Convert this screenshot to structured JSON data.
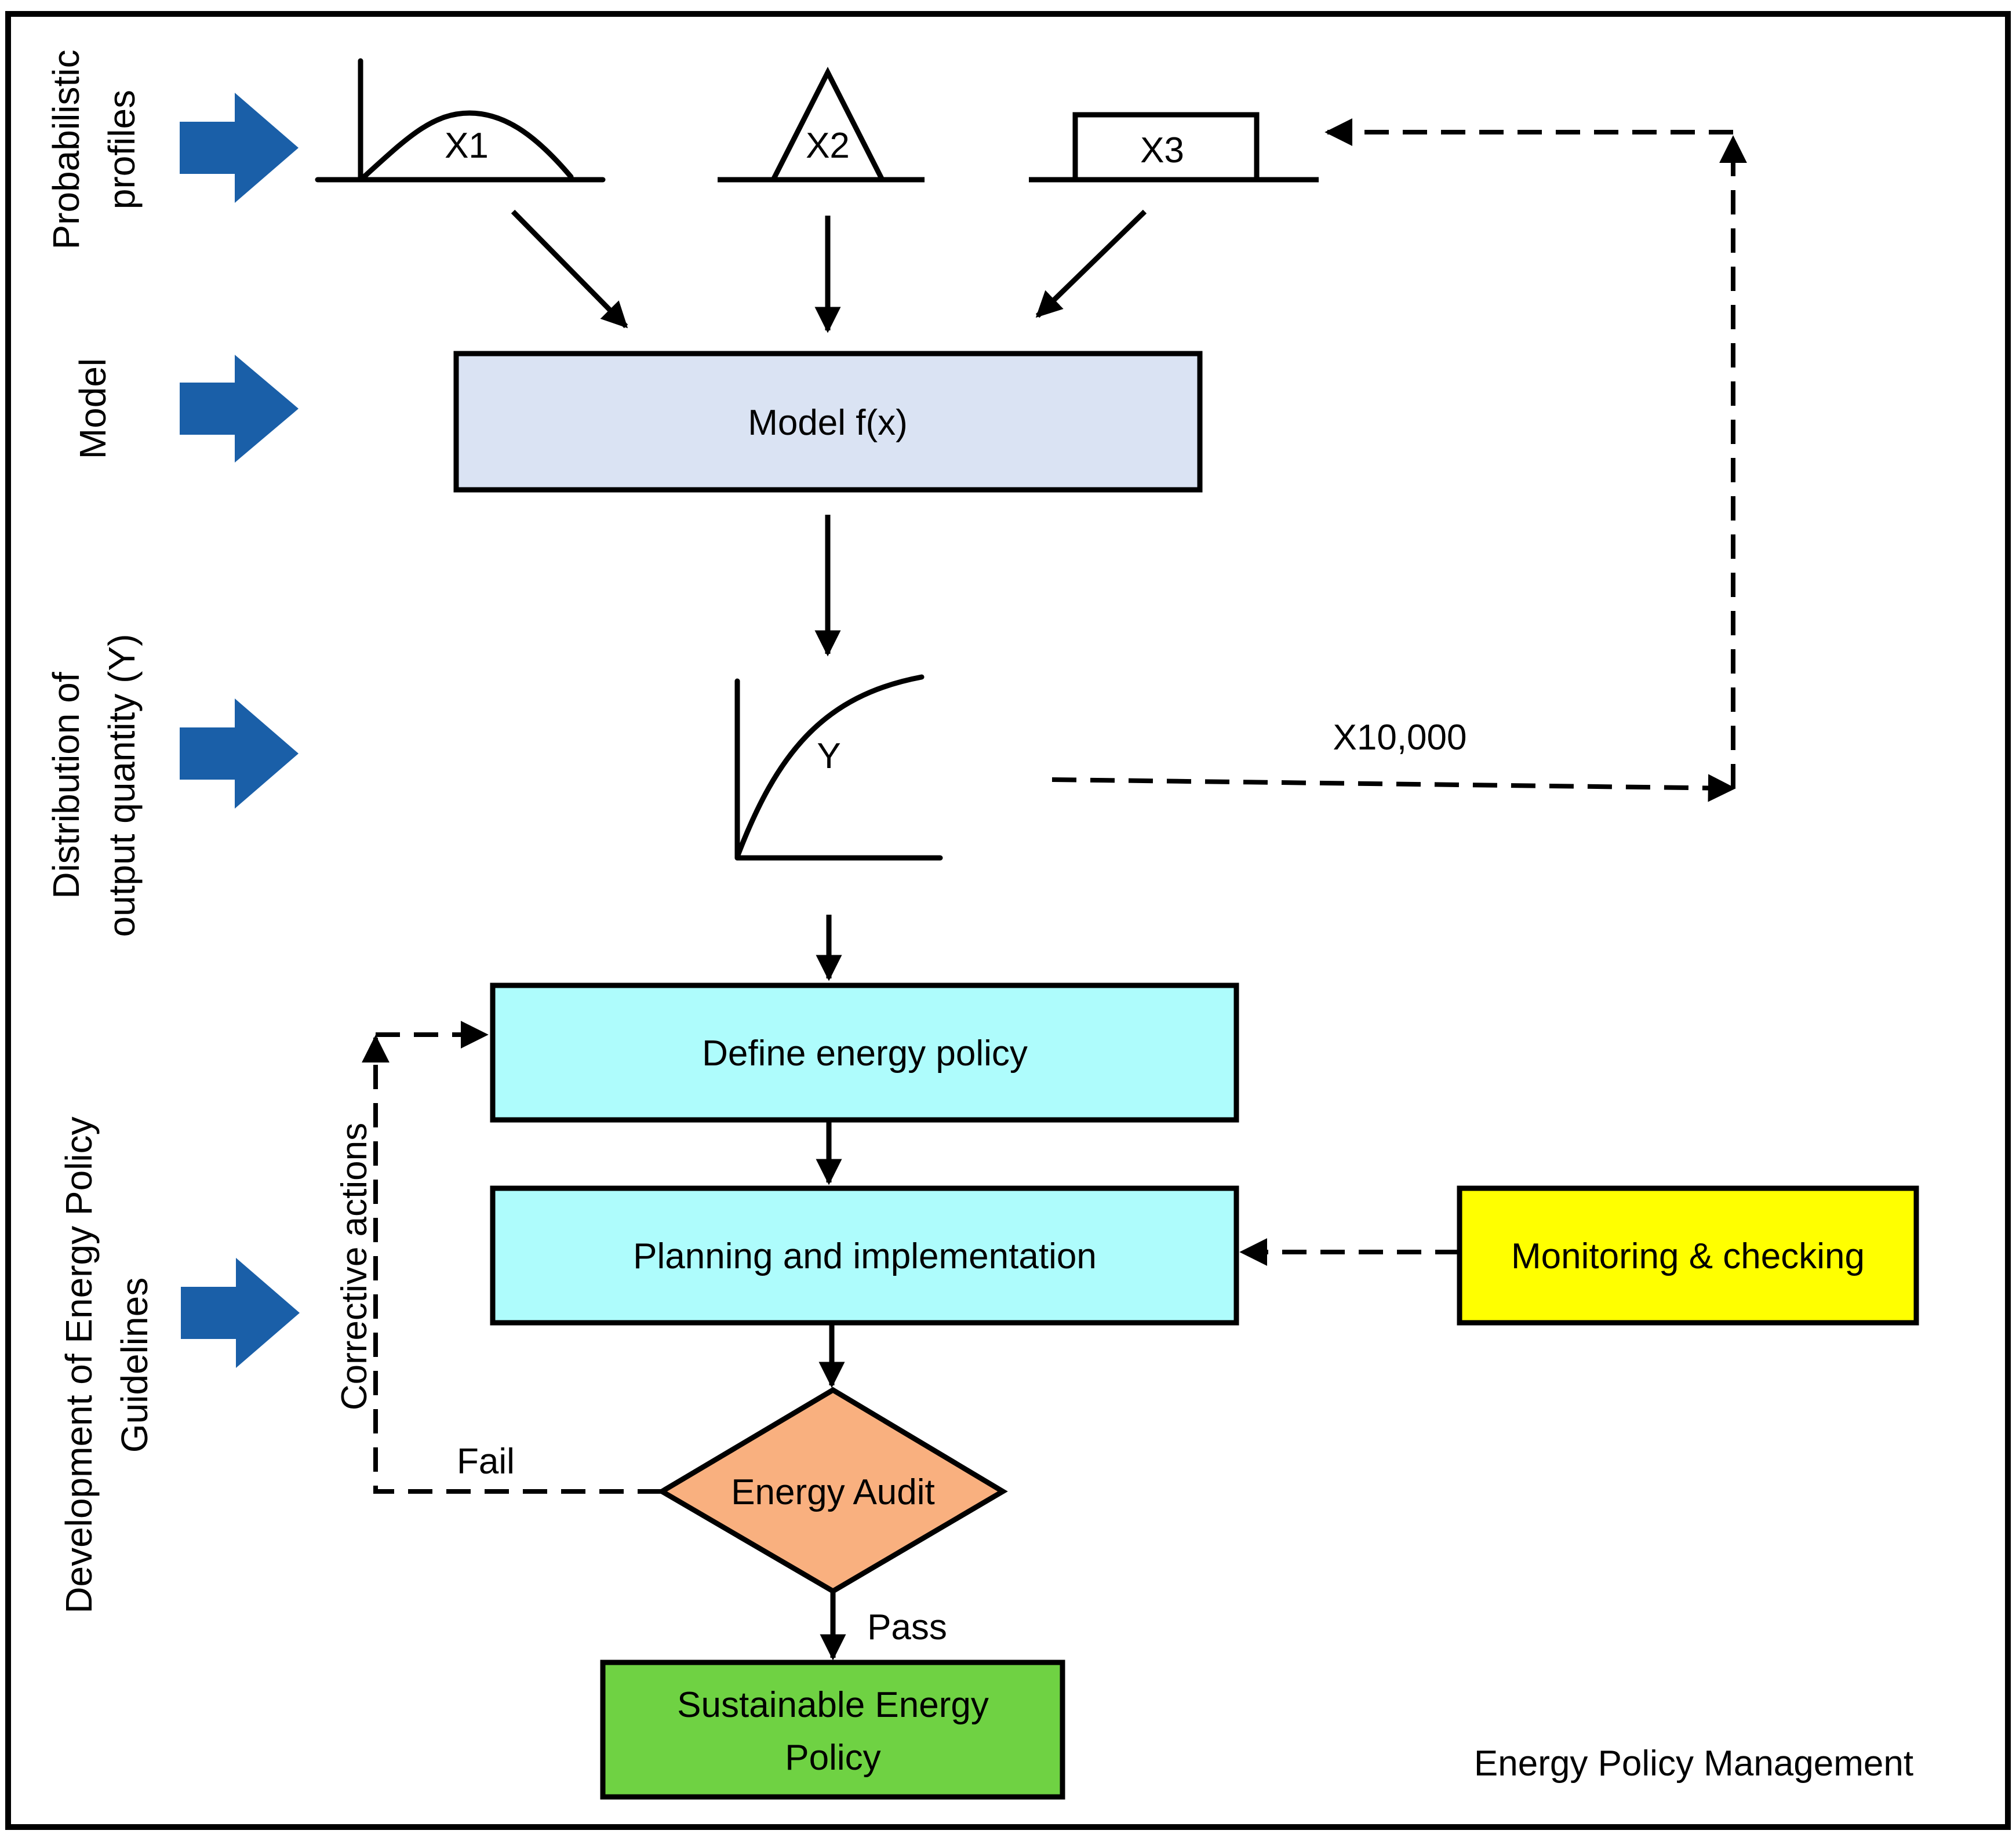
{
  "side_labels": {
    "profiles_line1": "Probabilistic",
    "profiles_line2": "profiles",
    "model": "Model",
    "distribution_line1": "Distribution of",
    "distribution_line2": "output quantity (Y)",
    "development_line1": "Development of Energy Policy",
    "development_line2": "Guidelines"
  },
  "profiles": {
    "x1": "X1",
    "x2": "X2",
    "x3": "X3"
  },
  "model_box": {
    "label": "Model f(x)",
    "color": "#dae3f3"
  },
  "output": {
    "label": "Y"
  },
  "iterations_label": "X10,000",
  "boxes": {
    "define": {
      "label": "Define energy policy",
      "color": "#aefcfc"
    },
    "planning": {
      "label": "Planning and implementation",
      "color": "#aefcfc"
    },
    "monitoring": {
      "label": "Monitoring & checking",
      "color": "#ffff00"
    },
    "audit": {
      "label": "Energy Audit",
      "color": "#f9b07f"
    },
    "sustainable_line1": "Sustainable Energy",
    "sustainable_line2": "Policy",
    "sustainable_color": "#6fd243"
  },
  "edge_labels": {
    "corrective": "Corrective actions",
    "fail": "Fail",
    "pass": "Pass"
  },
  "footer": "Energy Policy Management",
  "colors": {
    "stage_arrow": "#1a5fa8",
    "stroke": "#000000"
  }
}
